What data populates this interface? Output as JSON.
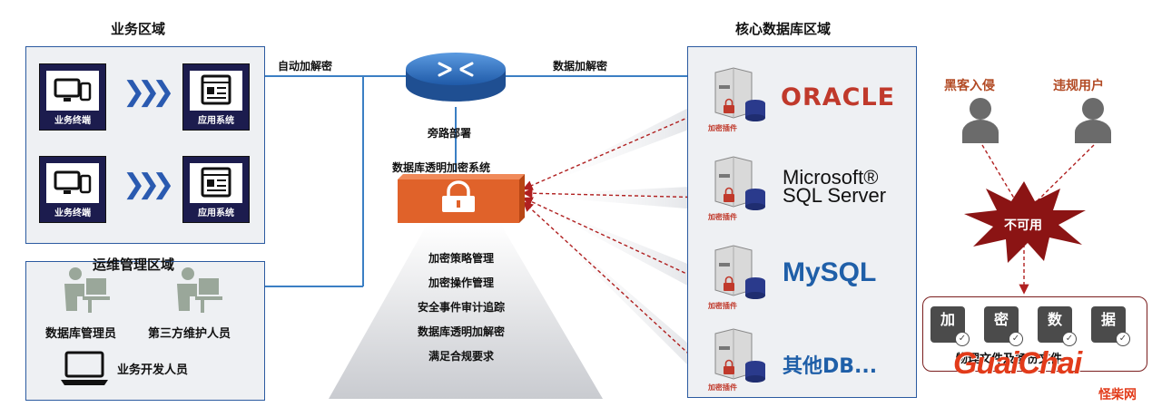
{
  "business_zone": {
    "title": "业务区域",
    "rows": [
      {
        "terminal_label": "业务终端",
        "app_label": "应用系统"
      },
      {
        "terminal_label": "业务终端",
        "app_label": "应用系统"
      }
    ]
  },
  "ops_zone": {
    "title": "运维管理区域",
    "roles": [
      "数据库管理员",
      "第三方维护人员",
      "业务开发人员"
    ]
  },
  "links": {
    "auto_crypto": "自动加解密",
    "data_crypto": "数据加解密",
    "bypass": "旁路部署"
  },
  "system": {
    "title": "数据库透明加密系统",
    "features": [
      "加密策略管理",
      "加密操作管理",
      "安全事件审计追踪",
      "数据库透明加解密",
      "满足合规要求"
    ]
  },
  "db_zone": {
    "title": "核心数据库区域",
    "plugin_label": "加密插件",
    "databases": [
      {
        "name": "ORACLE",
        "color": "#c0392b"
      },
      {
        "name": "Microsoft® SQL Server",
        "color": "#111111"
      },
      {
        "name": "MySQL",
        "color": "#1f5fa8"
      },
      {
        "name": "其他DB...",
        "color": "#1f5fa8"
      }
    ]
  },
  "threats": {
    "hacker": "黑客入侵",
    "violator": "违规用户",
    "blocked": "不可用",
    "file_chars": [
      "加",
      "密",
      "数",
      "据"
    ],
    "files_label": "物理文件及备份文件"
  },
  "watermark": {
    "brand": "GuaiChai",
    "cn": "怪柴网"
  },
  "colors": {
    "panel_border": "#2b5aa0",
    "link_line": "#3b7fc4",
    "system_orange": "#e0622a",
    "threat_red": "#c0392b",
    "blast": "#8b1414"
  }
}
